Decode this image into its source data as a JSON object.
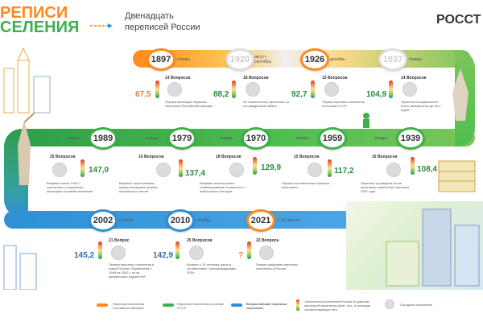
{
  "header": {
    "logo_line1": "РЕПИСИ",
    "logo_line2": "СЕЛЕНИЯ",
    "title_line1": "Двенадцать",
    "title_line2": "переписей России",
    "brand": "РОССТ"
  },
  "timeline": [
    {
      "year": "1897",
      "month": "январь",
      "questions": "14 Вопросов",
      "population": "67,5",
      "note": "Первая всеобщая перепись населения Российской империи"
    },
    {
      "year": "1920",
      "month": "август-сентябрь",
      "questions": "18 Вопросов",
      "population": "88,2",
      "note": "Не охватила всё население из-за гражданской войны"
    },
    {
      "year": "1926",
      "month": "декабрь",
      "questions": "15 Вопросов",
      "population": "92,7",
      "note": "Первая перепись населения в истории СССР"
    },
    {
      "year": "1937",
      "month": "январь",
      "questions": "14 Вопросов",
      "population": "104,9",
      "note": "Признана неправильной, итоги засекречены до 90-х годов"
    },
    {
      "year": "1939",
      "month": "январь",
      "questions": "16 Вопросов",
      "population": "108,4",
      "note": "Перепись проведена после признания ошибочной переписи 1937 года"
    },
    {
      "year": "1959",
      "month": "январь",
      "questions": "15 Вопросов",
      "population": "117,2",
      "note": "Первая послевоенная перепись населения"
    },
    {
      "year": "1970",
      "month": "январь",
      "questions": "18 Вопросов",
      "population": "129,9",
      "note": "Впервые использовано комбинирование сплошного и выборочного методов"
    },
    {
      "year": "1979",
      "month": "январь",
      "questions": "16 Вопросов",
      "population": "137,4",
      "note": "Впервые использованы машиночитаемые формы переписных листов"
    },
    {
      "year": "1989",
      "month": "январь",
      "questions": "25 Вопросов",
      "population": "147,0",
      "note": "Впервые после 1926 г. сочеталась с переписью жилищных условий населения"
    },
    {
      "year": "2002",
      "month": "октябрь",
      "questions": "21 Вопрос",
      "population": "145,2",
      "note": "Первая перепись населения в новой России. Перенесена с 1999 на 2002 г. из-за финансовых трудностей"
    },
    {
      "year": "2010",
      "month": "октябрь",
      "questions": "25 Вопросов",
      "population": "142,9",
      "note": "Возврат к 10-летнему циклу в соответствии с рекомендациями ООН"
    },
    {
      "year": "2021",
      "month": "1–30 апреля",
      "questions": "23 Вопроса",
      "population": "?",
      "note": "Первая цифровая перепись населения в России"
    }
  ],
  "legend": {
    "item1": "Переписи населения Российской империи",
    "item2": "Переписи населения в составе СССР",
    "item3": "Всероссийские переписи населения",
    "item4": "Численность населения России по данным переписей населения (млн. чел., в границах соответствующих лет)",
    "item5": "Городское население"
  },
  "colors": {
    "orange": "#ff8a1d",
    "green": "#3fb04b",
    "blue": "#2f8fd5"
  }
}
